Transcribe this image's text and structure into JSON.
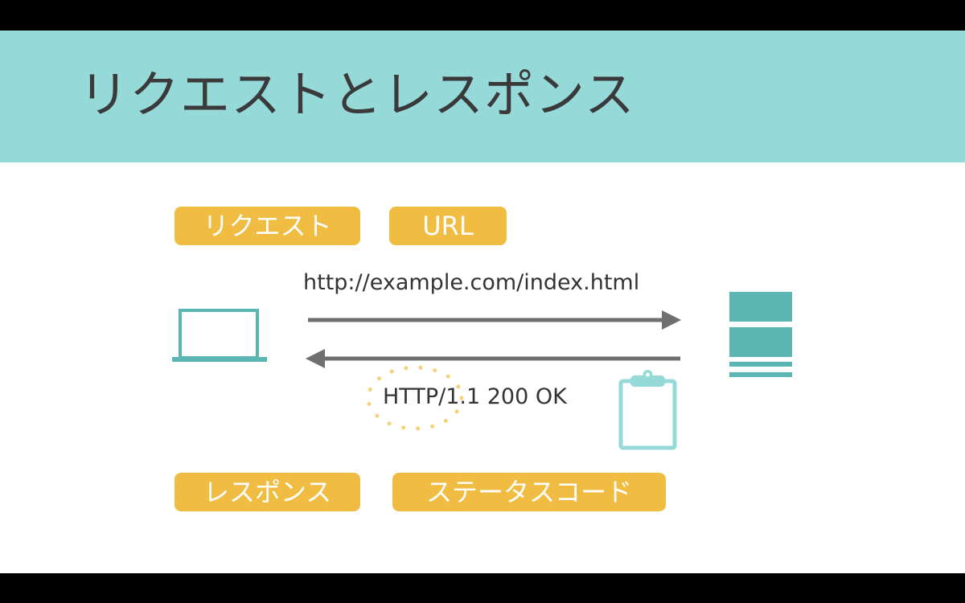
{
  "slide": {
    "title": "リクエストとレスポンス"
  },
  "tags": {
    "request": "リクエスト",
    "url": "URL",
    "response": "レスポンス",
    "status_code": "ステータスコード"
  },
  "diagram": {
    "request_url": "http://example.com/index.html",
    "status_line": "HTTP/1.1 200 OK",
    "client_icon": "laptop-icon",
    "server_icon": "server-icon",
    "document_icon": "clipboard-icon"
  },
  "colors": {
    "title_band": "#95d9d8",
    "tag_bg": "#f0bd42",
    "teal": "#5bb5b2",
    "light_teal": "#95d9d8",
    "arrow": "#6f6f6f",
    "dots": "#f3d27a"
  }
}
